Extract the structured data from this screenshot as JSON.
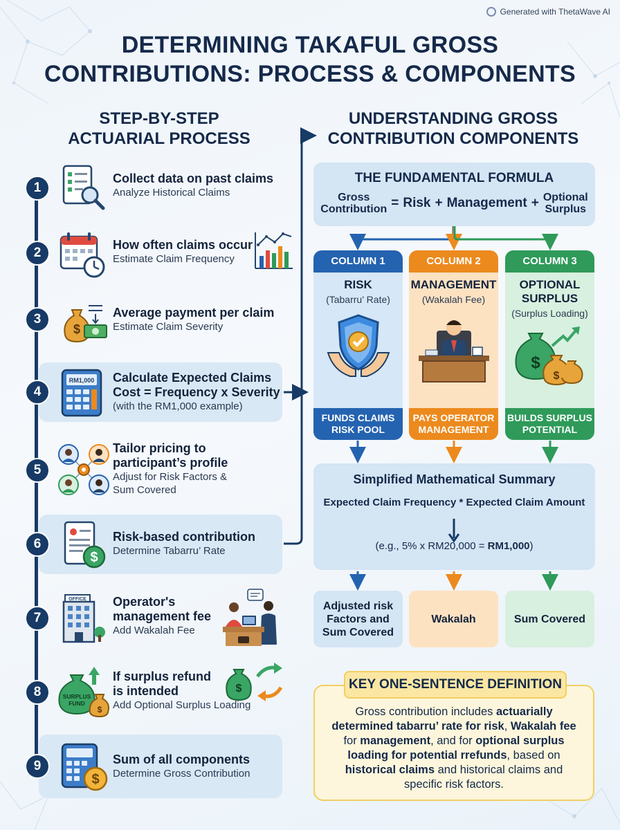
{
  "watermark": "Generated with ThetaWave AI",
  "title_line1": "DETERMINING TAKAFUL GROSS",
  "title_line2": "CONTRIBUTIONS: PROCESS & COMPONENTS",
  "left_heading_line1": "STEP-BY-STEP",
  "left_heading_line2": "ACTUARIAL PROCESS",
  "right_heading_line1": "UNDERSTANDING GROSS",
  "right_heading_line2": "CONTRIBUTION COMPONENTS",
  "steps": [
    {
      "num": "1",
      "title": "Collect data on past claims",
      "sub": "Analyze Historical Claims",
      "icon": "document-magnifier-icon"
    },
    {
      "num": "2",
      "title": "How often claims occur",
      "sub": "Estimate Claim Frequency",
      "icon": "calendar-clock-icon"
    },
    {
      "num": "3",
      "title": "Average payment per claim",
      "sub": "Estimate Claim Severity",
      "icon": "money-bag-icon"
    },
    {
      "num": "4",
      "title_line1": "Calculate Expected Claims",
      "title_line2": "Cost = Frequency x Severity",
      "sub": "(with the RM1,000 example)",
      "icon": "calculator-icon",
      "icon_label": "RM1,000"
    },
    {
      "num": "5",
      "title_line1": "Tailor pricing to",
      "title_line2": "participant’s profile",
      "sub_line1": "Adjust for Risk Factors &",
      "sub_line2": "Sum Covered",
      "icon": "people-gear-icon"
    },
    {
      "num": "6",
      "title": "Risk-based contribution",
      "sub": "Determine Tabarru’ Rate",
      "icon": "document-dollar-icon"
    },
    {
      "num": "7",
      "title_line1": "Operator's",
      "title_line2": "management fee",
      "sub": "Add Wakalah Fee",
      "icon": "office-building-icon",
      "icon_label": "OFFICE"
    },
    {
      "num": "8",
      "title_line1": "If surplus refund",
      "title_line2": "is intended",
      "sub": "Add Optional Surplus Loading",
      "icon": "surplus-fund-icon",
      "icon_label_line1": "SURPLUS",
      "icon_label_line2": "FUND"
    },
    {
      "num": "9",
      "title": "Sum of all components",
      "sub": "Determine Gross Contribution",
      "icon": "calculator-coin-icon"
    }
  ],
  "formula": {
    "title": "THE FUNDAMENTAL FORMULA",
    "lhs_line1": "Gross",
    "lhs_line2": "Contribution",
    "eq": "=",
    "risk": "Risk",
    "plus1": "+",
    "management": "Management",
    "plus2": "+",
    "opt_line1": "Optional",
    "opt_line2": "Surplus"
  },
  "columns": [
    {
      "head": "COLUMN 1",
      "name": "RISK",
      "desc": "(Tabarru’ Rate)",
      "foot_line1": "FUNDS CLAIMS",
      "foot_line2": "RISK POOL",
      "icon": "shield-hands-icon"
    },
    {
      "head": "COLUMN 2",
      "name": "MANAGEMENT",
      "desc": "(Wakalah Fee)",
      "foot_line1": "PAYS OPERATOR",
      "foot_line2": "MANAGEMENT",
      "icon": "manager-desk-icon"
    },
    {
      "head": "COLUMN 3",
      "name_line1": "OPTIONAL",
      "name_line2": "SURPLUS",
      "desc": "(Surplus Loading)",
      "foot_line1": "BUILDS SURPLUS",
      "foot_line2": "POTENTIAL",
      "icon": "money-bags-growth-icon"
    }
  ],
  "summary": {
    "title": "Simplified Mathematical Summary",
    "equation": "Expected Claim Frequency * Expected Claim Amount",
    "example_prefix": "(e.g., 5% x RM20,000 = ",
    "example_result": "RM1,000",
    "example_suffix": ")"
  },
  "adjust_boxes": [
    {
      "line1": "Adjusted risk",
      "line2": "Factors and",
      "line3": "Sum Covered"
    },
    {
      "line1": "Wakalah"
    },
    {
      "line1": "Sum Covered"
    }
  ],
  "definition": {
    "tag": "KEY ONE-SENTENCE DEFINITION",
    "p1": "Gross contribution includes ",
    "b1": "actuarially determined tabarru’ rate for risk",
    "p2": ", ",
    "b2": "Wakalah fee",
    "p3": " for ",
    "b3": "management",
    "p4": ", and for ",
    "b4": "optional surplus loading for potential rrefunds",
    "p5": ", based on ",
    "b5": "historical claims",
    "p6": " and historical claims and specific risk factors."
  },
  "colors": {
    "navy": "#173a66",
    "blue": "#2463b0",
    "orange": "#ec8a1e",
    "green": "#2f9a5a",
    "light_blue": "#d4e5f4",
    "light_orange": "#fde2c2",
    "light_green": "#d8f0df",
    "yellow": "#fdf6dc"
  }
}
